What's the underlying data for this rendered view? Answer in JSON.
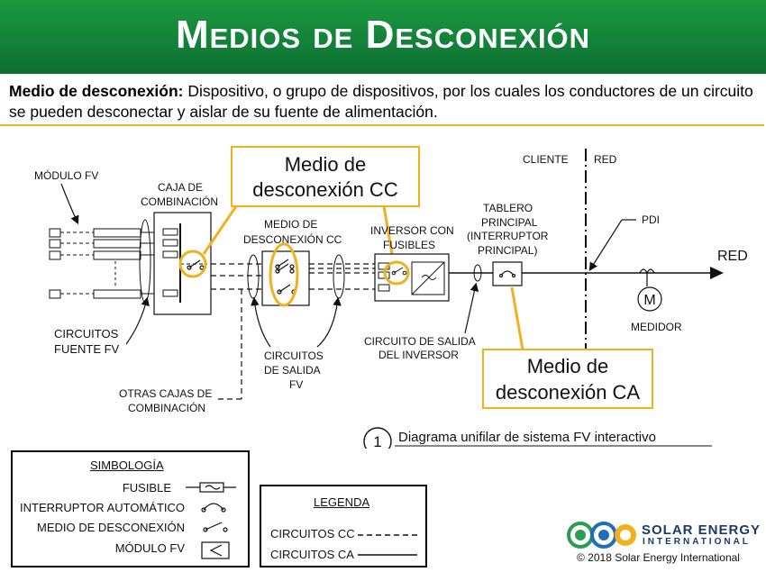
{
  "header": {
    "title": "Medios de Desconexión"
  },
  "definition": {
    "term": "Medio de desconexión:",
    "text": " Dispositivo, o grupo de dispositivos, por los cuales los conductores de un circuito se pueden desconectar y aislar de su fuente de alimentación."
  },
  "diagram": {
    "modulo_fv": "MÓDULO FV",
    "caja_line1": "CAJA DE",
    "caja_line2": "COMBINACIÓN",
    "callout_cc_line1": "Medio de",
    "callout_cc_line2": "desconexión CC",
    "medio_line1": "MEDIO DE",
    "medio_line2": "DESCONEXIÓN CC",
    "inversor_line1": "INVERSOR CON",
    "inversor_line2": "FUSIBLES",
    "tablero_line1": "TABLERO",
    "tablero_line2": "PRINCIPAL",
    "tablero_line3": "(INTERRUPTOR",
    "tablero_line4": "PRINCIPAL)",
    "cliente": "CLIENTE",
    "red_top": "RED",
    "pdi": "PDI",
    "red_right": "RED",
    "medidor_symbol": "M",
    "medidor": "MEDIDOR",
    "circuitos_fuente_line1": "CIRCUITOS",
    "circuitos_fuente_line2": "FUENTE FV",
    "circuitos_salida_line1": "CIRCUITOS",
    "circuitos_salida_line2": "DE SALIDA",
    "circuitos_salida_line3": "FV",
    "circuito_inversor_line1": "CIRCUITO DE SALIDA",
    "circuito_inversor_line2": "DEL INVERSOR",
    "otras_line1": "OTRAS CAJAS DE",
    "otras_line2": "COMBINACIÓN",
    "callout_ca_line1": "Medio de",
    "callout_ca_line2": "desconexión CA",
    "fig_number": "1",
    "fig_caption": "Diagrama unifilar de sistema FV interactivo"
  },
  "simbologia": {
    "title": "SIMBOLOGÍA",
    "items": [
      "FUSIBLE",
      "INTERRUPTOR AUTOMÁTICO",
      "MEDIO DE DESCONEXIÓN",
      "MÓDULO FV"
    ]
  },
  "leyenda": {
    "title": "LEGENDA",
    "items": [
      "CIRCUITOS CC",
      "CIRCUITOS CA"
    ]
  },
  "logo": {
    "line1": "SOLAR ENERGY",
    "line2": "INTERNATIONAL"
  },
  "copyright": "© 2018 Solar Energy International",
  "colors": {
    "header_green": "#13803a",
    "callout_yellow": "#f2b01e"
  }
}
